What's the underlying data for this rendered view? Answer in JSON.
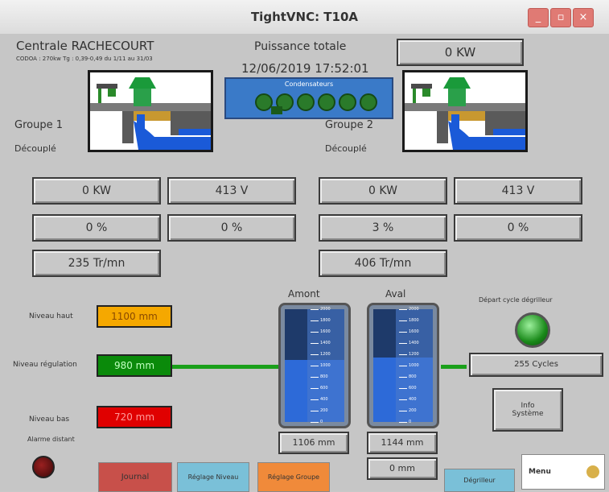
{
  "window": {
    "title": "TightVNC: T10A",
    "buttons": [
      "_",
      "▫",
      "×"
    ]
  },
  "plant": {
    "name": "Centrale RACHECOURT",
    "codoa": "CODOA : 270kw Tg : 0,39-0,49 du 1/11 au 31/03",
    "total_power_label": "Puissance totale",
    "total_power_value": "0 KW",
    "datetime": "12/06/2019 17:52:01"
  },
  "condensers": {
    "label": "Condensateurs",
    "count": 6
  },
  "group1": {
    "label": "Groupe 1",
    "status": "Découplé",
    "power": "0 KW",
    "voltage": "413 V",
    "percent1": "0 %",
    "percent2": "0 %",
    "speed": "235 Tr/mn"
  },
  "group2": {
    "label": "Groupe 2",
    "status": "Découplé",
    "power": "0 KW",
    "voltage": "413 V",
    "percent1": "3 %",
    "percent2": "0 %",
    "speed": "406 Tr/mn"
  },
  "levels": {
    "high_label": "Niveau haut",
    "high_value": "1100 mm",
    "reg_label": "Niveau régulation",
    "reg_value": "980 mm",
    "low_label": "Niveau bas",
    "low_value": "720 mm",
    "alarm_label": "Alarme distant"
  },
  "gauges": {
    "upstream_label": "Amont",
    "upstream_value": "1106 mm",
    "upstream_level": 0.55,
    "downstream_label": "Aval",
    "downstream_value": "1144 mm",
    "downstream_level": 0.57,
    "extra_value": "0 mm",
    "ticks": [
      "2000",
      "1800",
      "1600",
      "1400",
      "1200",
      "1000",
      "800",
      "600",
      "400",
      "200",
      "0"
    ]
  },
  "cleaner": {
    "cycle_label": "Départ cycle dégrilleur",
    "cycles": "255 Cycles",
    "info_button": "Info\nSystème"
  },
  "bottom_buttons": {
    "journal": "Journal",
    "reglage_niveau": "Réglage Niveau",
    "reglage_groupe": "Réglage Groupe",
    "degrilleur": "Dégrilleur",
    "menu": "Menu"
  },
  "colors": {
    "high": "#f5a800",
    "reg": "#0a8a0a",
    "low": "#e00000",
    "journal": "#c8504a",
    "reglage_niveau": "#7ac0d8",
    "reglage_groupe": "#f08a3a",
    "degrilleur": "#7ac0d8",
    "water": "#2d6ad8",
    "pipe": "#1aa01a"
  }
}
